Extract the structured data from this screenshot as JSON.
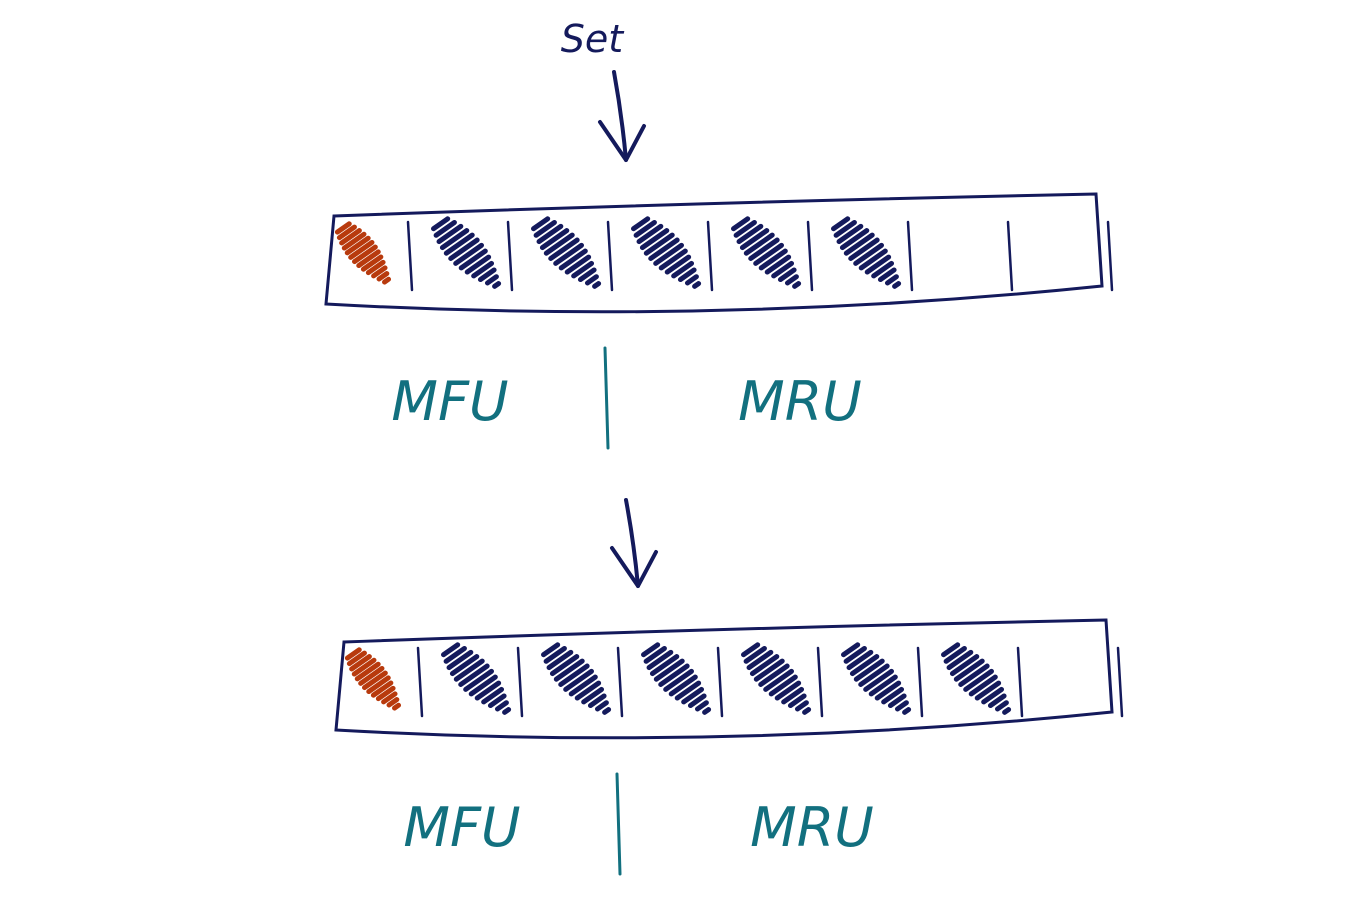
{
  "top_label": "Set",
  "colors": {
    "ink": "#141a5c",
    "accent": "#12707f",
    "highlight": "#b83a0d"
  },
  "panels": [
    {
      "cells": [
        "highlight",
        "filled",
        "filled",
        "filled",
        "filled",
        "filled",
        "empty",
        "empty"
      ],
      "left_label": "MFU",
      "right_label": "MRU"
    },
    {
      "cells": [
        "highlight",
        "filled",
        "filled",
        "filled",
        "filled",
        "filled",
        "filled",
        "empty"
      ],
      "left_label": "MFU",
      "right_label": "MRU"
    }
  ]
}
